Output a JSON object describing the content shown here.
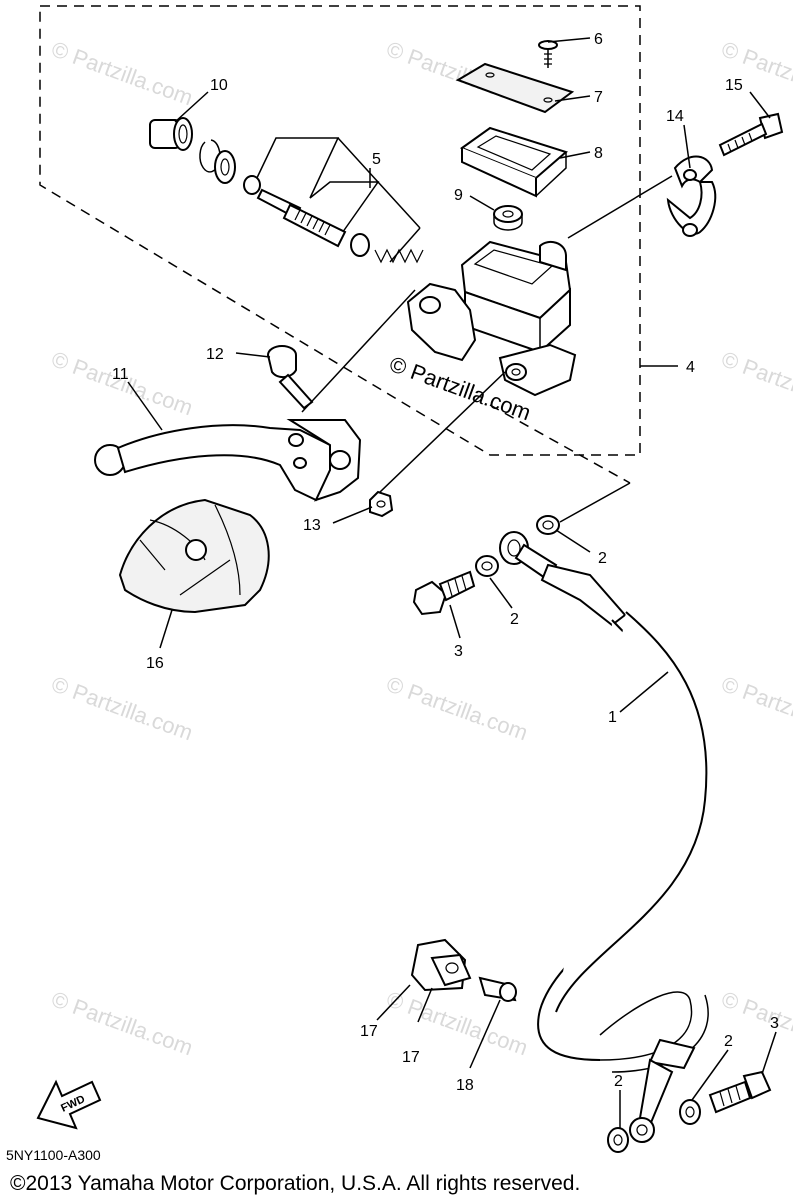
{
  "diagram": {
    "callouts": [
      "1",
      "2",
      "2",
      "2",
      "2",
      "3",
      "3",
      "4",
      "5",
      "6",
      "7",
      "8",
      "9",
      "10",
      "11",
      "12",
      "13",
      "14",
      "15",
      "16",
      "17",
      "17",
      "18"
    ],
    "watermark": "© Partzilla.com",
    "center_watermark": "© Partzilla.com",
    "diagram_code": "5NY1100-A300",
    "fwd_label": "FWD",
    "copyright": "©2013 Yamaha Motor Corporation, U.S.A. All rights reserved."
  }
}
